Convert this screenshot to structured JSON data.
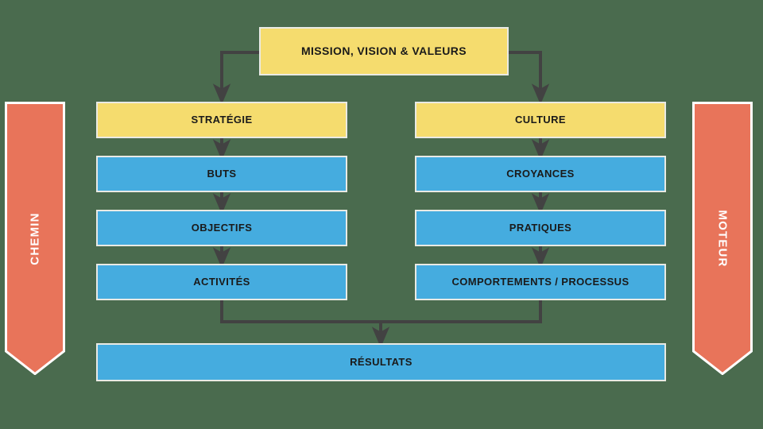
{
  "diagram": {
    "title": "Mission, Vision & Valeurs - Strategie / Culture",
    "background_color": "#4a6b4e",
    "colors": {
      "background": "#4a6b4e",
      "yellow": "#f5dc6e",
      "blue": "#45acdf",
      "orange": "#e8745a",
      "connector": "#424242",
      "box_border": "#e9eae4",
      "banner_text": "#ffffff",
      "box_text": "#1a1a1a"
    },
    "top": {
      "mission_label": "MISSION, VISION & VALEURS"
    },
    "left_column": {
      "header_label": "STRATÉGIE",
      "items": [
        {
          "label": "BUTS"
        },
        {
          "label": "OBJECTIFS"
        },
        {
          "label": "ACTIVITÉS"
        }
      ]
    },
    "right_column": {
      "header_label": "CULTURE",
      "items": [
        {
          "label": "CROYANCES"
        },
        {
          "label": "PRATIQUES"
        },
        {
          "label": "COMPORTEMENTS / PROCESSUS"
        }
      ]
    },
    "bottom": {
      "results_label": "RÉSULTATS"
    },
    "banners": {
      "left_label": "CHEMIN",
      "right_label": "MOTEUR"
    }
  }
}
